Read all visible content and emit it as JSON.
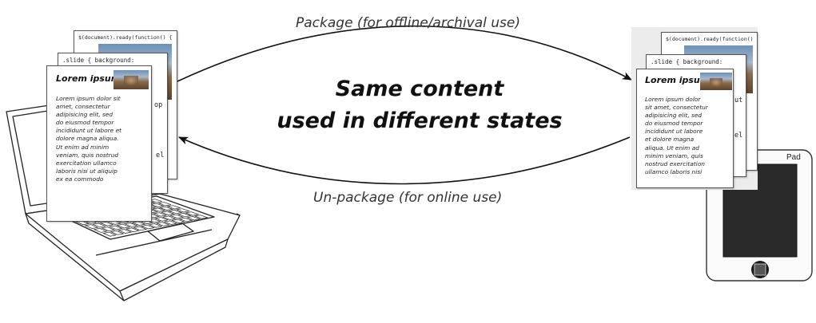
{
  "arrows": {
    "top_label": "Package (for offline/archival use)",
    "bottom_label": "Un-package (for online use)"
  },
  "headline": {
    "line1": "Same content",
    "line2": "used in different states"
  },
  "document": {
    "code_line_1": "$(document).ready(function() {",
    "code_line_2": ".slide { background:",
    "code_frag_op": "op",
    "code_frag_el": "el",
    "code_frag_ut": "ut",
    "heading": "Lorem ipsum",
    "body_lines": [
      "Lorem ipsum dolor sit",
      "amet, consectetur",
      "adipisicing elit, sed",
      "do eiusmod tempor",
      "incididunt ut labore et",
      "dolore magna aliqua.",
      "Ut enim ad minim",
      "veniam, quis nostrud",
      "exercitation ullamco",
      "laboris nisi ut aliquip",
      "ex ea commodo"
    ],
    "body_lines_right": [
      "Lorem ipsum dolor",
      "sit amet, consectetur",
      "adipisicing elit, sed",
      "do eiusmod tempor",
      "incididunt ut labore",
      "et dolore magna",
      "aliqua. Ut enim ad",
      "minim veniam, quis",
      "nostrud exercitation",
      "ullamco laboris nisi"
    ]
  },
  "tablet": {
    "label": "Pad"
  }
}
